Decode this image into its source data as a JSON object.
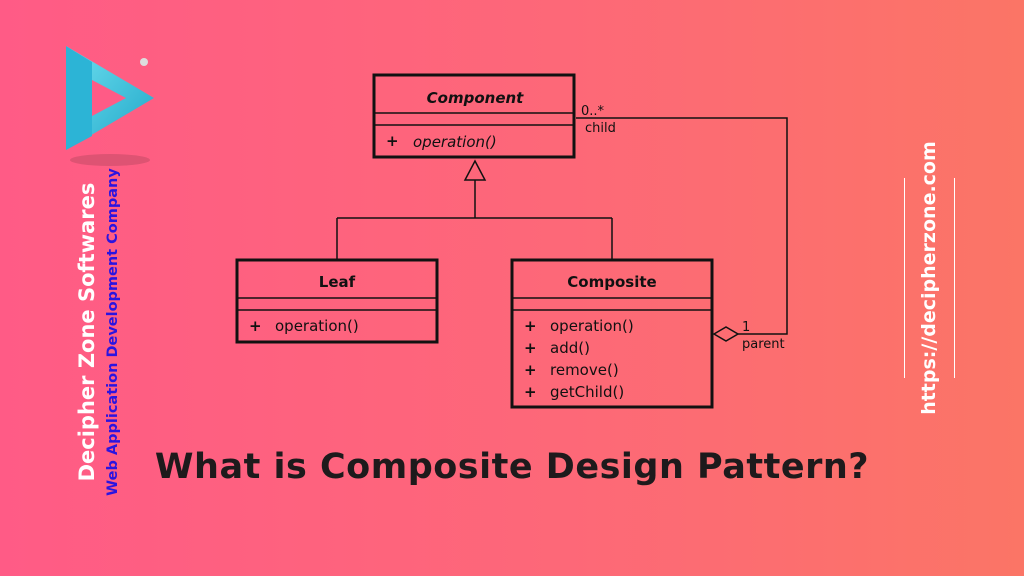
{
  "brand": {
    "name": "Decipher Zone Softwares",
    "tagline": "Web Application Development Company",
    "url": "https://decipherzone.com"
  },
  "headline": "What is Composite Design Pattern?",
  "diagram": {
    "component": {
      "name": "Component",
      "ops": [
        {
          "sign": "+",
          "text": "operation()"
        }
      ]
    },
    "leaf": {
      "name": "Leaf",
      "ops": [
        {
          "sign": "+",
          "text": "operation()"
        }
      ]
    },
    "composite": {
      "name": "Composite",
      "ops": [
        {
          "sign": "+",
          "text": "operation()"
        },
        {
          "sign": "+",
          "text": "add()"
        },
        {
          "sign": "+",
          "text": "remove()"
        },
        {
          "sign": "+",
          "text": "getChild()"
        }
      ]
    },
    "association": {
      "child_multiplicity": "0..*",
      "child_role": "child",
      "parent_multiplicity": "1",
      "parent_role": "parent"
    }
  },
  "colors": {
    "bg_left": "#ff5b86",
    "bg_right": "#fb7566",
    "tagline_blue": "#2b14e0",
    "headline": "#1e1a1c",
    "logo_cyan": "#3cc4dc"
  }
}
